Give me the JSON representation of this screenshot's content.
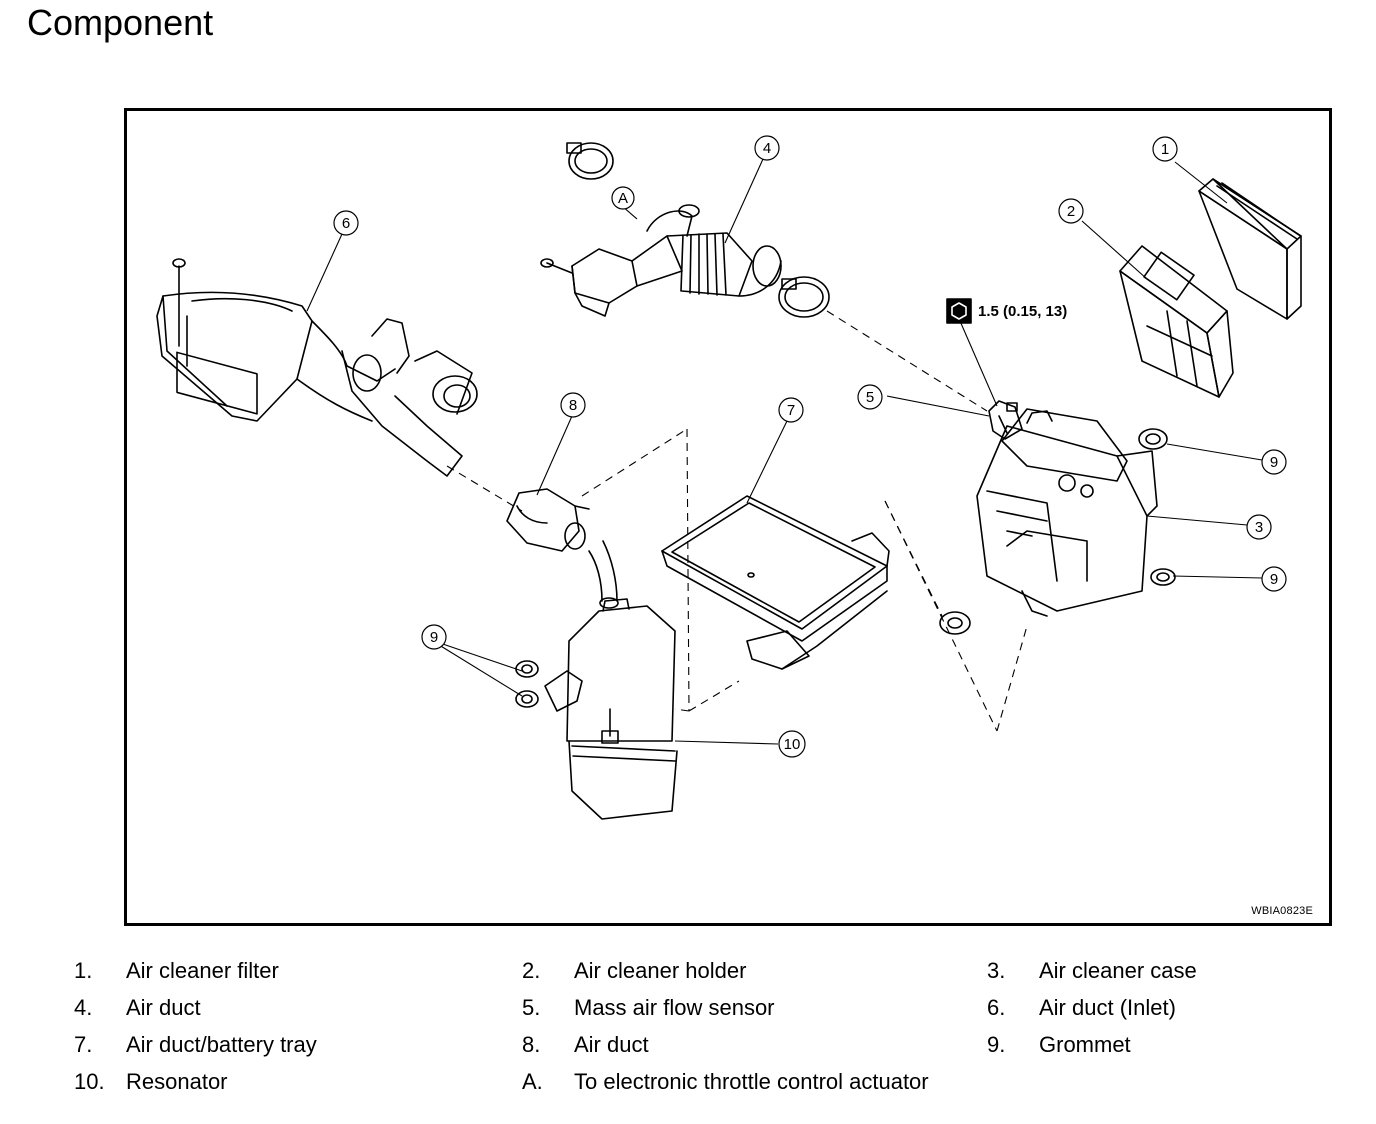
{
  "page": {
    "title": "Component"
  },
  "figure": {
    "code": "WBIA0823E",
    "torque_spec": "1.5 (0.15, 13)",
    "callouts": [
      "1",
      "2",
      "3",
      "4",
      "5",
      "6",
      "7",
      "8",
      "9",
      "10",
      "A"
    ]
  },
  "legend": [
    {
      "num": "1.",
      "text": "Air cleaner filter"
    },
    {
      "num": "2.",
      "text": "Air cleaner holder"
    },
    {
      "num": "3.",
      "text": "Air cleaner case"
    },
    {
      "num": "4.",
      "text": "Air duct"
    },
    {
      "num": "5.",
      "text": "Mass air flow sensor"
    },
    {
      "num": "6.",
      "text": "Air duct (Inlet)"
    },
    {
      "num": "7.",
      "text": "Air duct/battery tray"
    },
    {
      "num": "8.",
      "text": "Air duct"
    },
    {
      "num": "9.",
      "text": "Grommet"
    },
    {
      "num": "10.",
      "text": "Resonator"
    },
    {
      "num": "A.",
      "text": "To electronic throttle control actuator"
    }
  ]
}
